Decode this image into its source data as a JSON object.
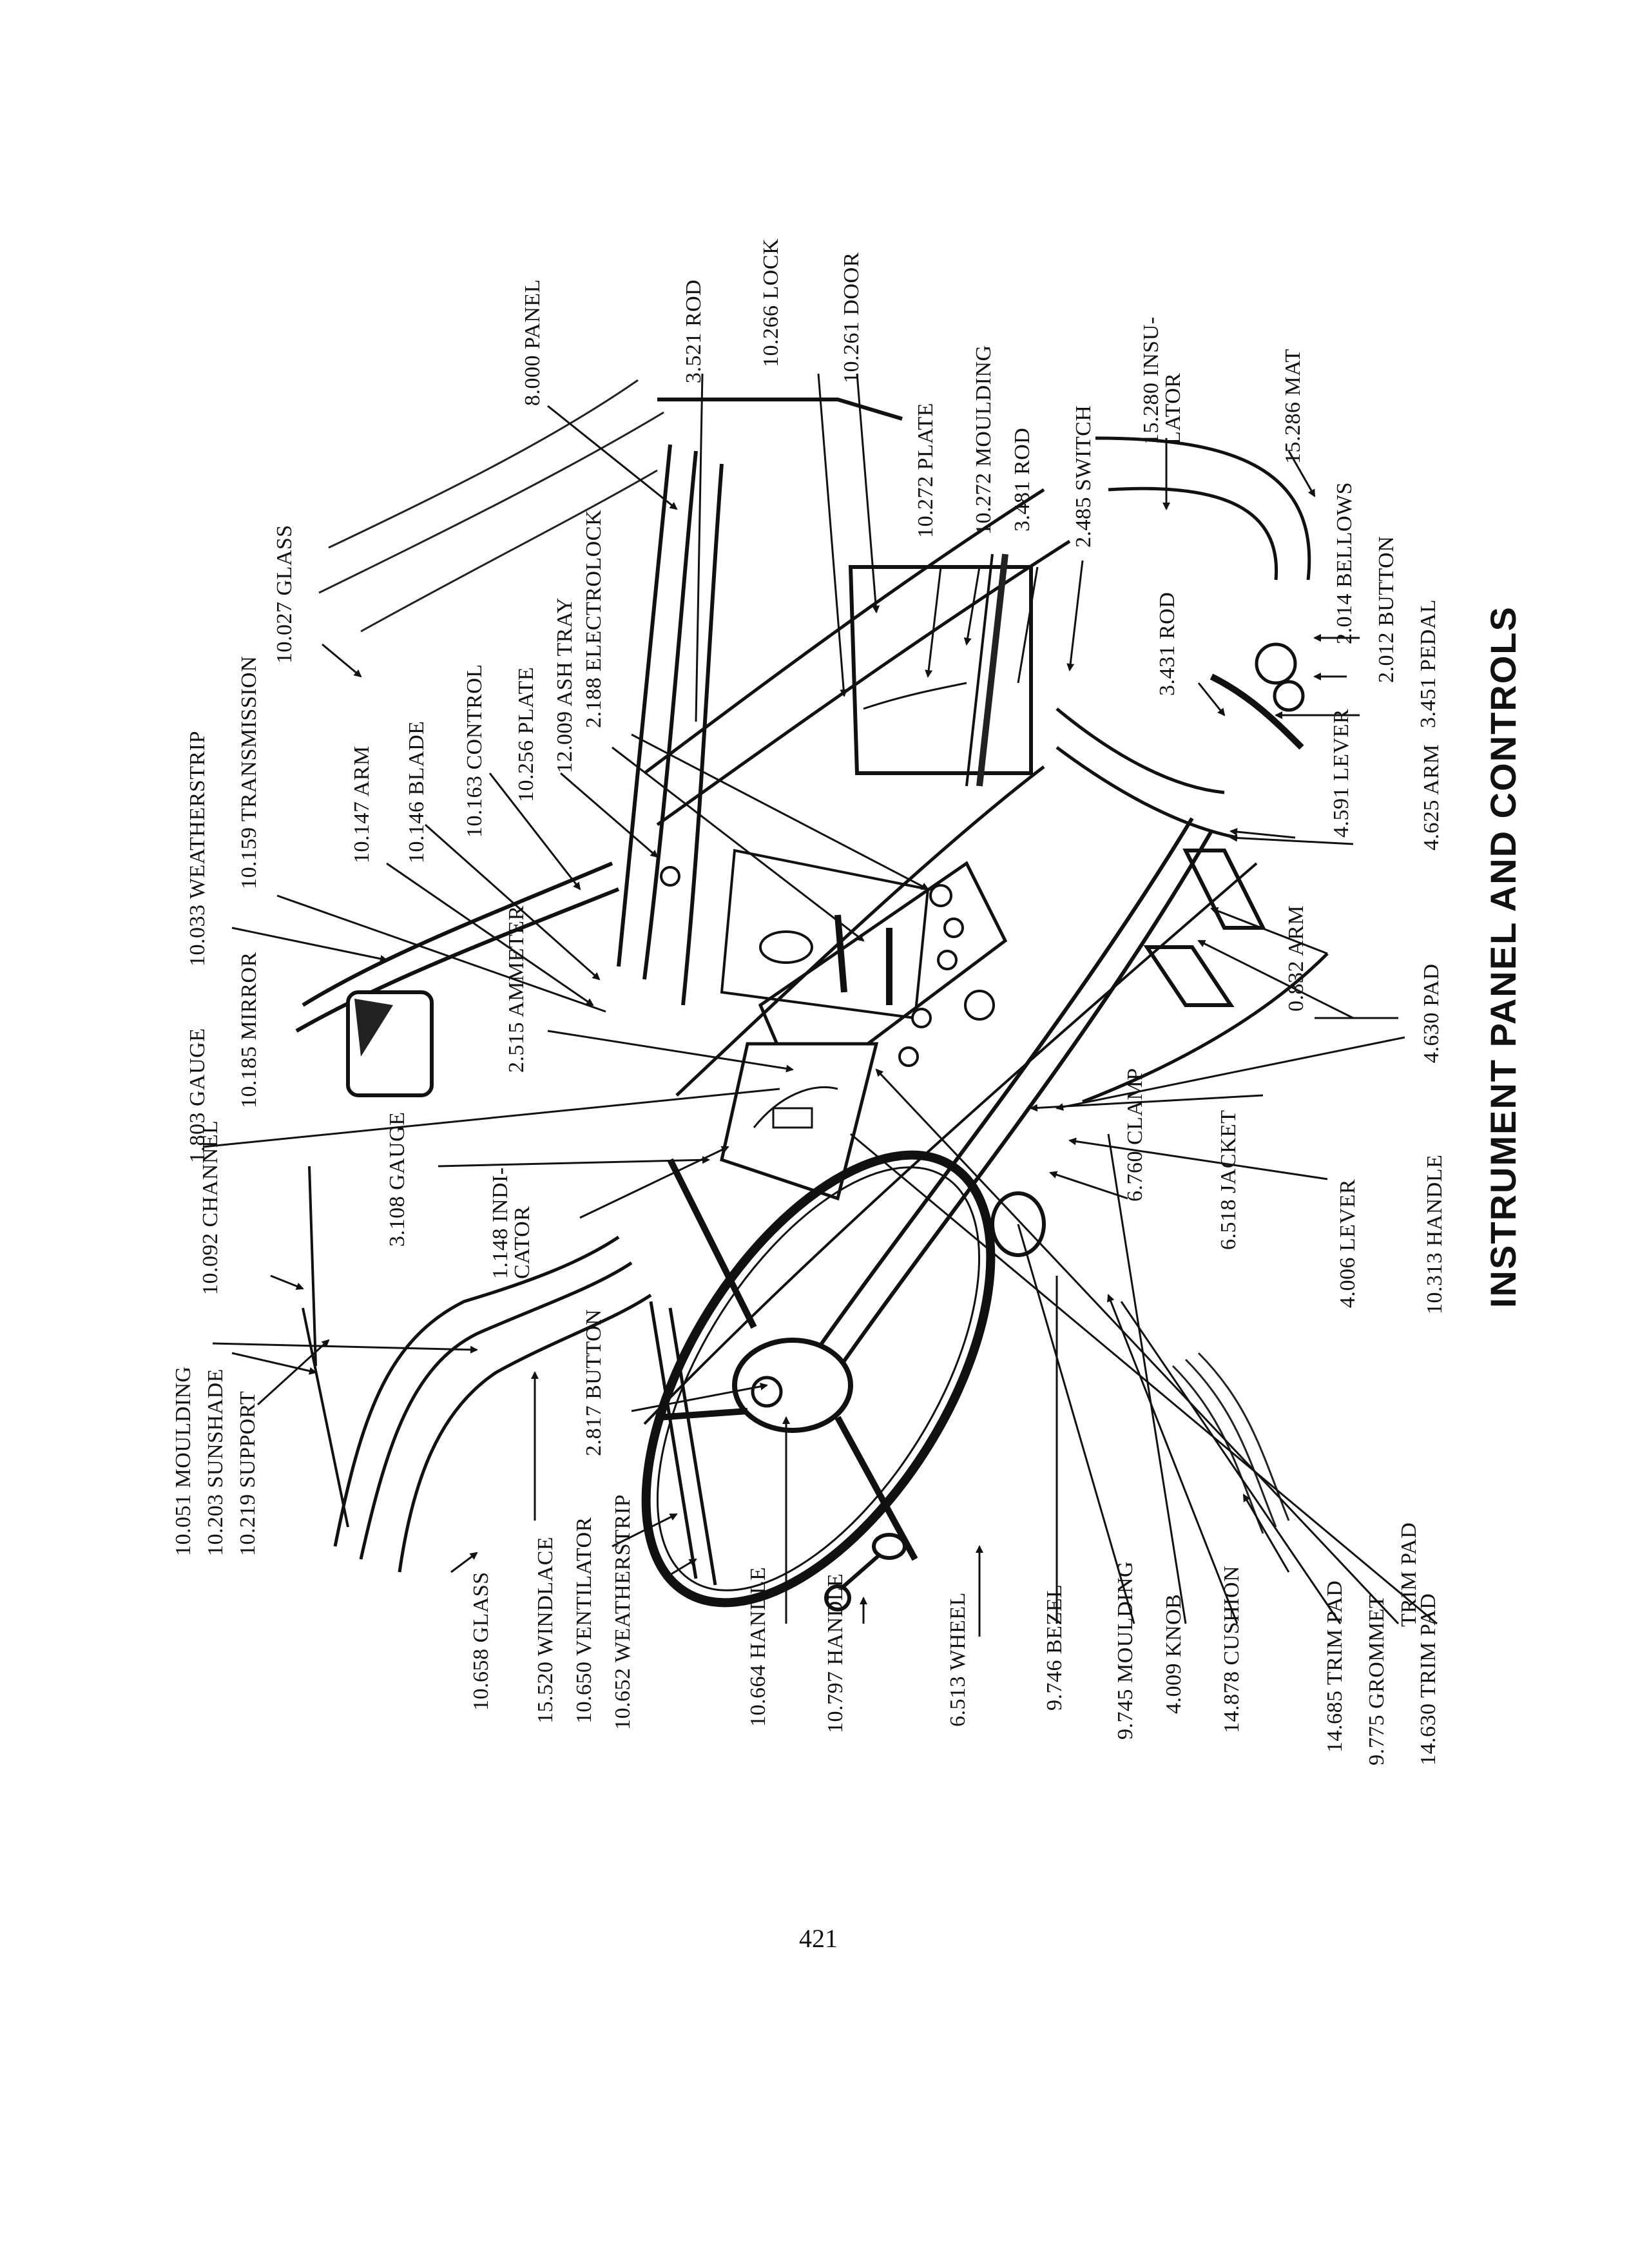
{
  "title": "INSTRUMENT PANEL AND CONTROLS",
  "page_number": "421",
  "callouts": [
    {
      "id": "c01",
      "number": "10.051",
      "name": "MOULDING"
    },
    {
      "id": "c02",
      "number": "10.203",
      "name": "SUNSHADE"
    },
    {
      "id": "c03",
      "number": "10.219",
      "name": "SUPPORT"
    },
    {
      "id": "c04",
      "number": "10.092",
      "name": "CHANNEL"
    },
    {
      "id": "c05",
      "number": "1.803",
      "name": "GAUGE"
    },
    {
      "id": "c06",
      "number": "10.185",
      "name": "MIRROR"
    },
    {
      "id": "c07",
      "number": "10.033",
      "name": "WEATHERSTRIP"
    },
    {
      "id": "c08",
      "number": "10.159",
      "name": "TRANSMISSION"
    },
    {
      "id": "c09",
      "number": "10.147",
      "name": "ARM"
    },
    {
      "id": "c10",
      "number": "10.146",
      "name": "BLADE"
    },
    {
      "id": "c11",
      "number": "10.163",
      "name": "CONTROL"
    },
    {
      "id": "c12",
      "number": "10.256",
      "name": "PLATE"
    },
    {
      "id": "c13",
      "number": "12.009",
      "name": "ASH TRAY"
    },
    {
      "id": "c14",
      "number": "2.188",
      "name": "ELECTROLOCK"
    },
    {
      "id": "c15",
      "number": "10.027",
      "name": "GLASS"
    },
    {
      "id": "c16",
      "number": "8.000",
      "name": "PANEL"
    },
    {
      "id": "c17",
      "number": "3.521",
      "name": "ROD"
    },
    {
      "id": "c18",
      "number": "10.266",
      "name": "LOCK"
    },
    {
      "id": "c19",
      "number": "10.261",
      "name": "DOOR"
    },
    {
      "id": "c20",
      "number": "10.272",
      "name": "PLATE"
    },
    {
      "id": "c21",
      "number": "10.272",
      "name": "MOULDING"
    },
    {
      "id": "c22",
      "number": "3.481",
      "name": "ROD"
    },
    {
      "id": "c23",
      "number": "2.485",
      "name": "SWITCH"
    },
    {
      "id": "c24",
      "number": "15.280",
      "name": "INSU-",
      "name2": "LATOR"
    },
    {
      "id": "c25",
      "number": "15.286",
      "name": "MAT"
    },
    {
      "id": "c26",
      "number": "2.014",
      "name": "BELLOWS"
    },
    {
      "id": "c27",
      "number": "2.012",
      "name": "BUTTON"
    },
    {
      "id": "c28",
      "number": "3.451",
      "name": "PEDAL"
    },
    {
      "id": "c29",
      "number": "3.431",
      "name": "ROD"
    },
    {
      "id": "c30",
      "number": "4.591",
      "name": "LEVER"
    },
    {
      "id": "c31",
      "number": "4.625",
      "name": "ARM"
    },
    {
      "id": "c32",
      "number": "0.832",
      "name": "ARM"
    },
    {
      "id": "c33",
      "number": "4.630",
      "name": "PAD"
    },
    {
      "id": "c34",
      "number": "2.515",
      "name": "AMMETER"
    },
    {
      "id": "c35",
      "number": "3.108",
      "name": "GAUGE"
    },
    {
      "id": "c36",
      "number": "1.148",
      "name": "INDI-",
      "name2": "CATOR"
    },
    {
      "id": "c37",
      "number": "6.760",
      "name": "CLAMP"
    },
    {
      "id": "c38",
      "number": "6.518",
      "name": "JACKET"
    },
    {
      "id": "c39",
      "number": "4.006",
      "name": "LEVER"
    },
    {
      "id": "c40",
      "number": "10.313",
      "name": "HANDLE"
    },
    {
      "id": "c41",
      "number": "2.817",
      "name": "BUTTON"
    },
    {
      "id": "c42",
      "number": "10.658",
      "name": "GLASS"
    },
    {
      "id": "c43",
      "number": "15.520",
      "name": "WINDLACE"
    },
    {
      "id": "c44",
      "number": "10.650",
      "name": "VENTILATOR"
    },
    {
      "id": "c45",
      "number": "10.652",
      "name": "WEATHERSTRIP"
    },
    {
      "id": "c46",
      "number": "10.664",
      "name": "HANDLE"
    },
    {
      "id": "c47",
      "number": "10.797",
      "name": "HANDLE"
    },
    {
      "id": "c48",
      "number": "6.513",
      "name": "WHEEL"
    },
    {
      "id": "c49",
      "number": "9.746",
      "name": "BEZEL"
    },
    {
      "id": "c50",
      "number": "9.745",
      "name": "MOULDING"
    },
    {
      "id": "c51",
      "number": "4.009",
      "name": "KNOB"
    },
    {
      "id": "c52",
      "number": "14.878",
      "name": "CUSHION"
    },
    {
      "id": "c53",
      "number": "14.685",
      "name": "TRIM PAD"
    },
    {
      "id": "c54",
      "number": "9.775",
      "name": "GROMMET"
    },
    {
      "id": "c55",
      "number": "14.630",
      "name": "TRIM PAD"
    },
    {
      "id": "c56",
      "number": "",
      "name": "TRIM PAD"
    }
  ]
}
